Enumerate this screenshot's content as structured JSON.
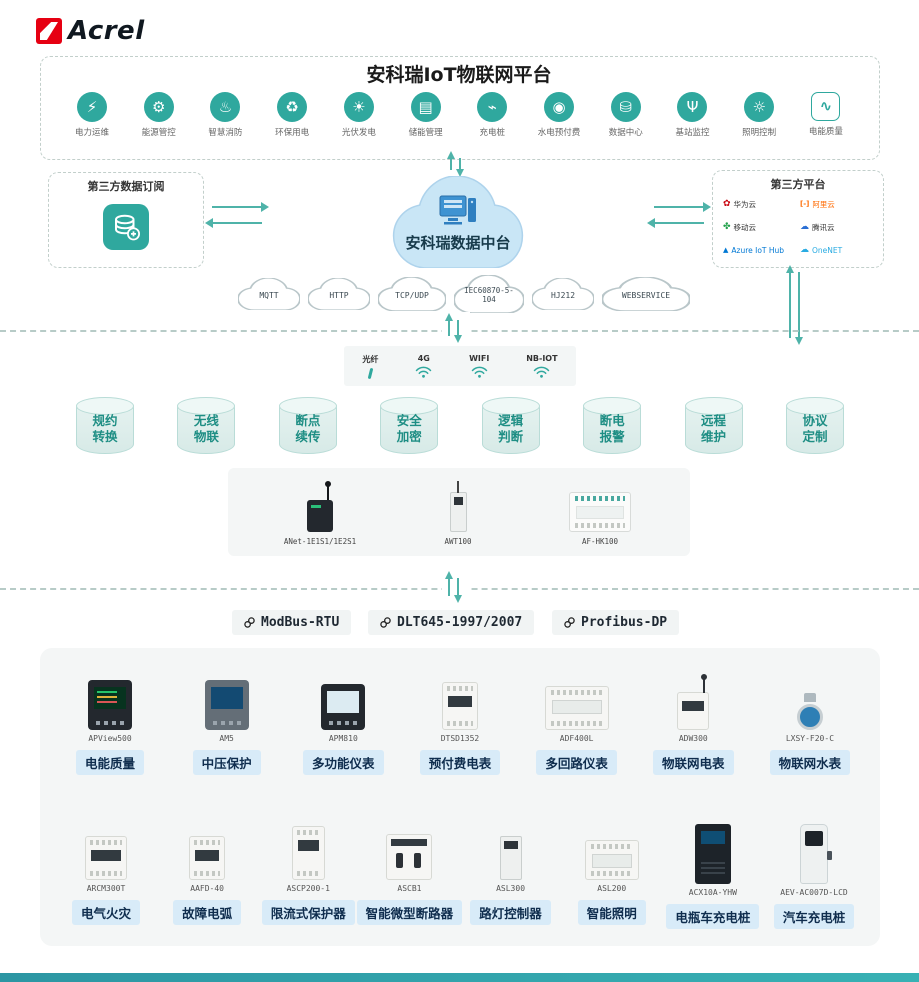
{
  "colors": {
    "accent_teal": "#2fa89e",
    "arrow_teal": "#4fb3a9",
    "panel_gray": "#f4f6f6",
    "tag_bg": "#d8ebf8",
    "tag_text": "#0f2d4e",
    "cylinder_text": "#1e8e84",
    "logo_red": "#e60012",
    "cloud_fill": "#c9e6f6",
    "footer_teal": "#2f9faa"
  },
  "logo": {
    "brand": "Acrel"
  },
  "platform": {
    "title": "安科瑞IoT物联网平台",
    "apps": [
      {
        "label": "电力运维",
        "icon": "power-om-icon",
        "glyph": "⚡"
      },
      {
        "label": "能源管控",
        "icon": "energy-mgmt-icon",
        "glyph": "⚙"
      },
      {
        "label": "智慧消防",
        "icon": "fire-safety-icon",
        "glyph": "♨"
      },
      {
        "label": "环保用电",
        "icon": "eco-power-icon",
        "glyph": "♻"
      },
      {
        "label": "光伏发电",
        "icon": "solar-pv-icon",
        "glyph": "☀"
      },
      {
        "label": "储能管理",
        "icon": "energy-storage-icon",
        "glyph": "▤"
      },
      {
        "label": "充电桩",
        "icon": "ev-charging-icon",
        "glyph": "⌁"
      },
      {
        "label": "水电预付费",
        "icon": "prepaid-utility-icon",
        "glyph": "◉"
      },
      {
        "label": "数据中心",
        "icon": "data-center-icon",
        "glyph": "⛁"
      },
      {
        "label": "基站监控",
        "icon": "base-station-icon",
        "glyph": "Ψ"
      },
      {
        "label": "照明控制",
        "icon": "lighting-control-icon",
        "glyph": "☼"
      },
      {
        "label": "电能质量",
        "icon": "power-quality-icon",
        "glyph": "∿"
      }
    ]
  },
  "data_hub": {
    "left_box_title": "第三方数据订阅",
    "center_label": "安科瑞数据中台",
    "right_box_title": "第三方平台",
    "vendors": [
      {
        "name": "华为云",
        "icon": "huawei-cloud-icon",
        "glyph": "✿"
      },
      {
        "name": "阿里云",
        "icon": "ali-cloud-icon",
        "glyph": "[-]"
      },
      {
        "name": "移动云",
        "icon": "mobile-cloud-icon",
        "glyph": "✤"
      },
      {
        "name": "腾讯云",
        "icon": "tencent-cloud-icon",
        "glyph": "☁"
      },
      {
        "name": "Azure IoT Hub",
        "icon": "azure-iot-hub-icon",
        "glyph": "▲"
      },
      {
        "name": "OneNET",
        "icon": "onenet-icon",
        "glyph": "☁"
      }
    ]
  },
  "protocol_clouds": [
    "MQTT",
    "HTTP",
    "TCP/UDP",
    "IEC60870-5-104",
    "HJ212",
    "WEBSERVICE"
  ],
  "connectivity": [
    {
      "label": "光纤",
      "icon": "fiber-icon"
    },
    {
      "label": "4G",
      "icon": "4g-signal-icon"
    },
    {
      "label": "WIFI",
      "icon": "wifi-icon"
    },
    {
      "label": "NB-IOT",
      "icon": "nbiot-signal-icon"
    }
  ],
  "functions": [
    {
      "line1": "规约",
      "line2": "转换"
    },
    {
      "line1": "无线",
      "line2": "物联"
    },
    {
      "line1": "断点",
      "line2": "续传"
    },
    {
      "line1": "安全",
      "line2": "加密"
    },
    {
      "line1": "逻辑",
      "line2": "判断"
    },
    {
      "line1": "断电",
      "line2": "报警"
    },
    {
      "line1": "远程",
      "line2": "维护"
    },
    {
      "line1": "协议",
      "line2": "定制"
    }
  ],
  "gateways": [
    {
      "model": "ANet-1E1S1/1E2S1"
    },
    {
      "model": "AWT100"
    },
    {
      "model": "AF-HK100"
    }
  ],
  "bus_protocols": [
    "ModBus-RTU",
    "DLT645-1997/2007",
    "Profibus-DP"
  ],
  "devices": {
    "row1": [
      {
        "model": "APView500",
        "label": "电能质量"
      },
      {
        "model": "AM5",
        "label": "中压保护"
      },
      {
        "model": "APM810",
        "label": "多功能仪表"
      },
      {
        "model": "DTSD1352",
        "label": "预付费电表"
      },
      {
        "model": "ADF400L",
        "label": "多回路仪表"
      },
      {
        "model": "ADW300",
        "label": "物联网电表"
      },
      {
        "model": "LXSY-F20-C",
        "label": "物联网水表"
      }
    ],
    "row2": [
      {
        "model": "ARCM300T",
        "label": "电气火灾"
      },
      {
        "model": "AAFD-40",
        "label": "故障电弧"
      },
      {
        "model": "ASCP200-1",
        "label": "限流式保护器"
      },
      {
        "model": "ASCB1",
        "label": "智能微型断路器"
      },
      {
        "model": "ASL300",
        "label": "路灯控制器"
      },
      {
        "model": "ASL200",
        "label": "智能照明"
      },
      {
        "model": "ACX10A-YHW",
        "label": "电瓶车充电桩"
      },
      {
        "model": "AEV-AC007D-LCD",
        "label": "汽车充电桩"
      }
    ]
  }
}
